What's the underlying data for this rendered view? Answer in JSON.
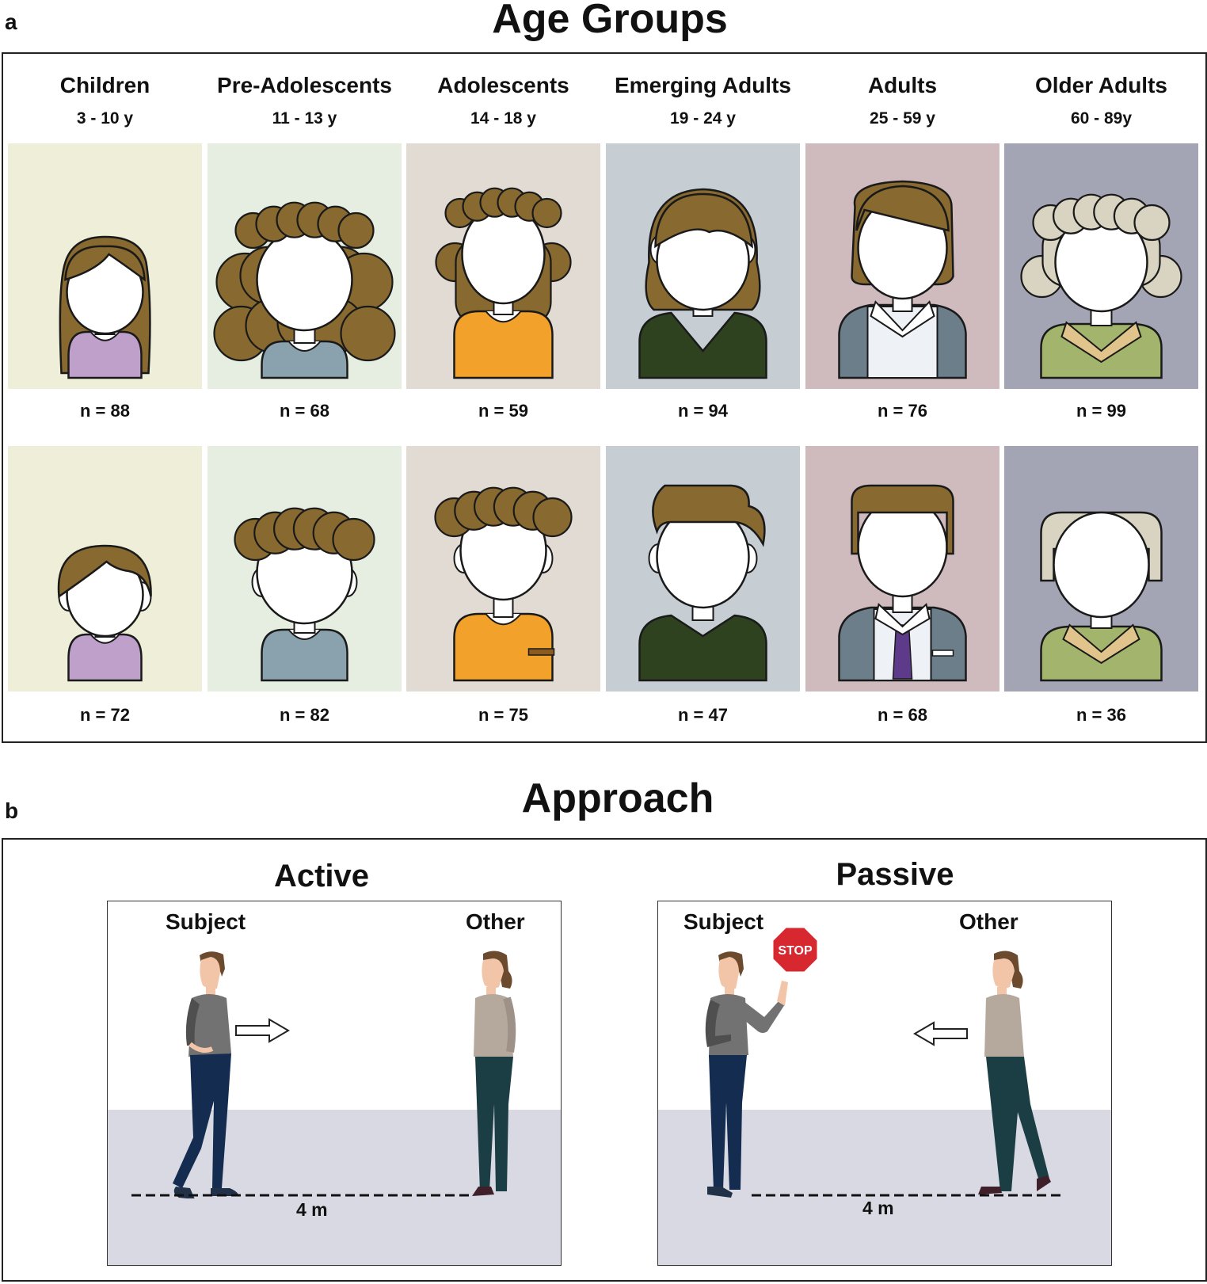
{
  "panel_a": {
    "letter": "a",
    "title": "Age Groups",
    "groups": [
      {
        "label": "Children",
        "range": "3 - 10 y",
        "bg": "#efefd9",
        "female_n": "n = 88",
        "male_n": "n = 72"
      },
      {
        "label": "Pre-Adolescents",
        "range": "11 - 13 y",
        "bg": "#e5eee0",
        "female_n": "n = 68",
        "male_n": "n = 82"
      },
      {
        "label": "Adolescents",
        "range": "14 - 18 y",
        "bg": "#e2dbd3",
        "female_n": "n = 59",
        "male_n": "n = 75"
      },
      {
        "label": "Emerging Adults",
        "range": "19 - 24 y",
        "bg": "#c6ced4",
        "female_n": "n = 94",
        "male_n": "n = 47"
      },
      {
        "label": "Adults",
        "range": "25 - 59 y",
        "bg": "#cfbbbe",
        "female_n": "n = 76",
        "male_n": "n = 68"
      },
      {
        "label": "Older Adults",
        "range": "60 - 89y",
        "bg": "#a4a5b4",
        "female_n": "n = 99",
        "male_n": "n = 36"
      }
    ]
  },
  "panel_b": {
    "letter": "b",
    "title": "Approach",
    "conditions": [
      {
        "title": "Active",
        "subject_label": "Subject",
        "other_label": "Other",
        "distance": "4 m"
      },
      {
        "title": "Passive",
        "subject_label": "Subject",
        "other_label": "Other",
        "distance": "4 m",
        "sign": "STOP"
      }
    ]
  },
  "colors": {
    "hair": "#886930",
    "grey_hair": "#d9d4c1",
    "outline": "#1a1a1a",
    "floor": "#d9d9e3",
    "stop_sign": "#d7282f"
  }
}
